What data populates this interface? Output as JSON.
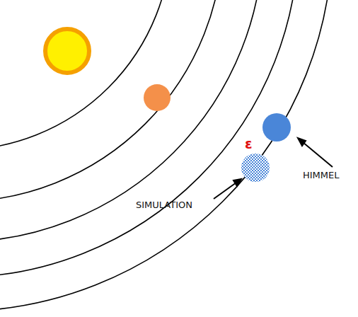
{
  "diagram": {
    "labels": [
      "ε",
      "SIMULATION",
      "HIMMEL"
    ]
  }
}
